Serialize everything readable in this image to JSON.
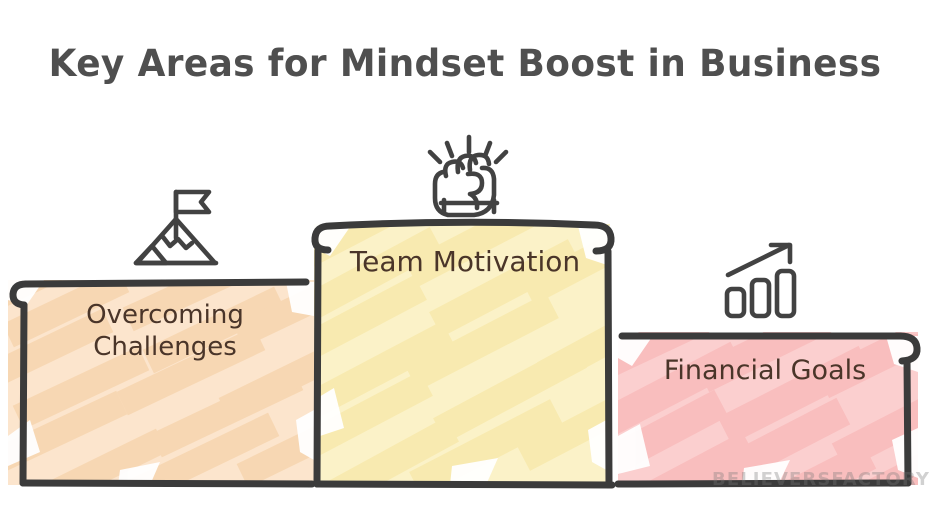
{
  "title": "Key Areas for Mindset Boost in Business",
  "watermark": "BELIEVERSFACTORY",
  "theme": {
    "background": "#ffffff",
    "title_color": "#4f4f4f",
    "outline_color": "#3b3b3b",
    "label_color": "#4a3529",
    "icon_color": "#424242",
    "left_fill": "#fce5cd",
    "left_scribble": "#f9dcbd",
    "center_fill": "#fbf2c8",
    "center_scribble": "#f8eab0",
    "right_fill": "#fbcfcf",
    "right_scribble": "#f9bdbd"
  },
  "podium": {
    "blocks": [
      {
        "id": "left",
        "rank": "second-place",
        "label": "Overcoming\nChallenges",
        "fill": "#fce5cd",
        "scribble": "#f9dcbd",
        "icon": "mountain-flag-icon"
      },
      {
        "id": "center",
        "rank": "first-place",
        "label": "Team Motivation",
        "fill": "#fbf2c8",
        "scribble": "#f8eab0",
        "icon": "raised-fist-icon"
      },
      {
        "id": "right",
        "rank": "third-place",
        "label": "Financial Goals",
        "fill": "#fbcfcf",
        "scribble": "#f9bdbd",
        "icon": "growth-bar-chart-arrow-icon"
      }
    ]
  }
}
